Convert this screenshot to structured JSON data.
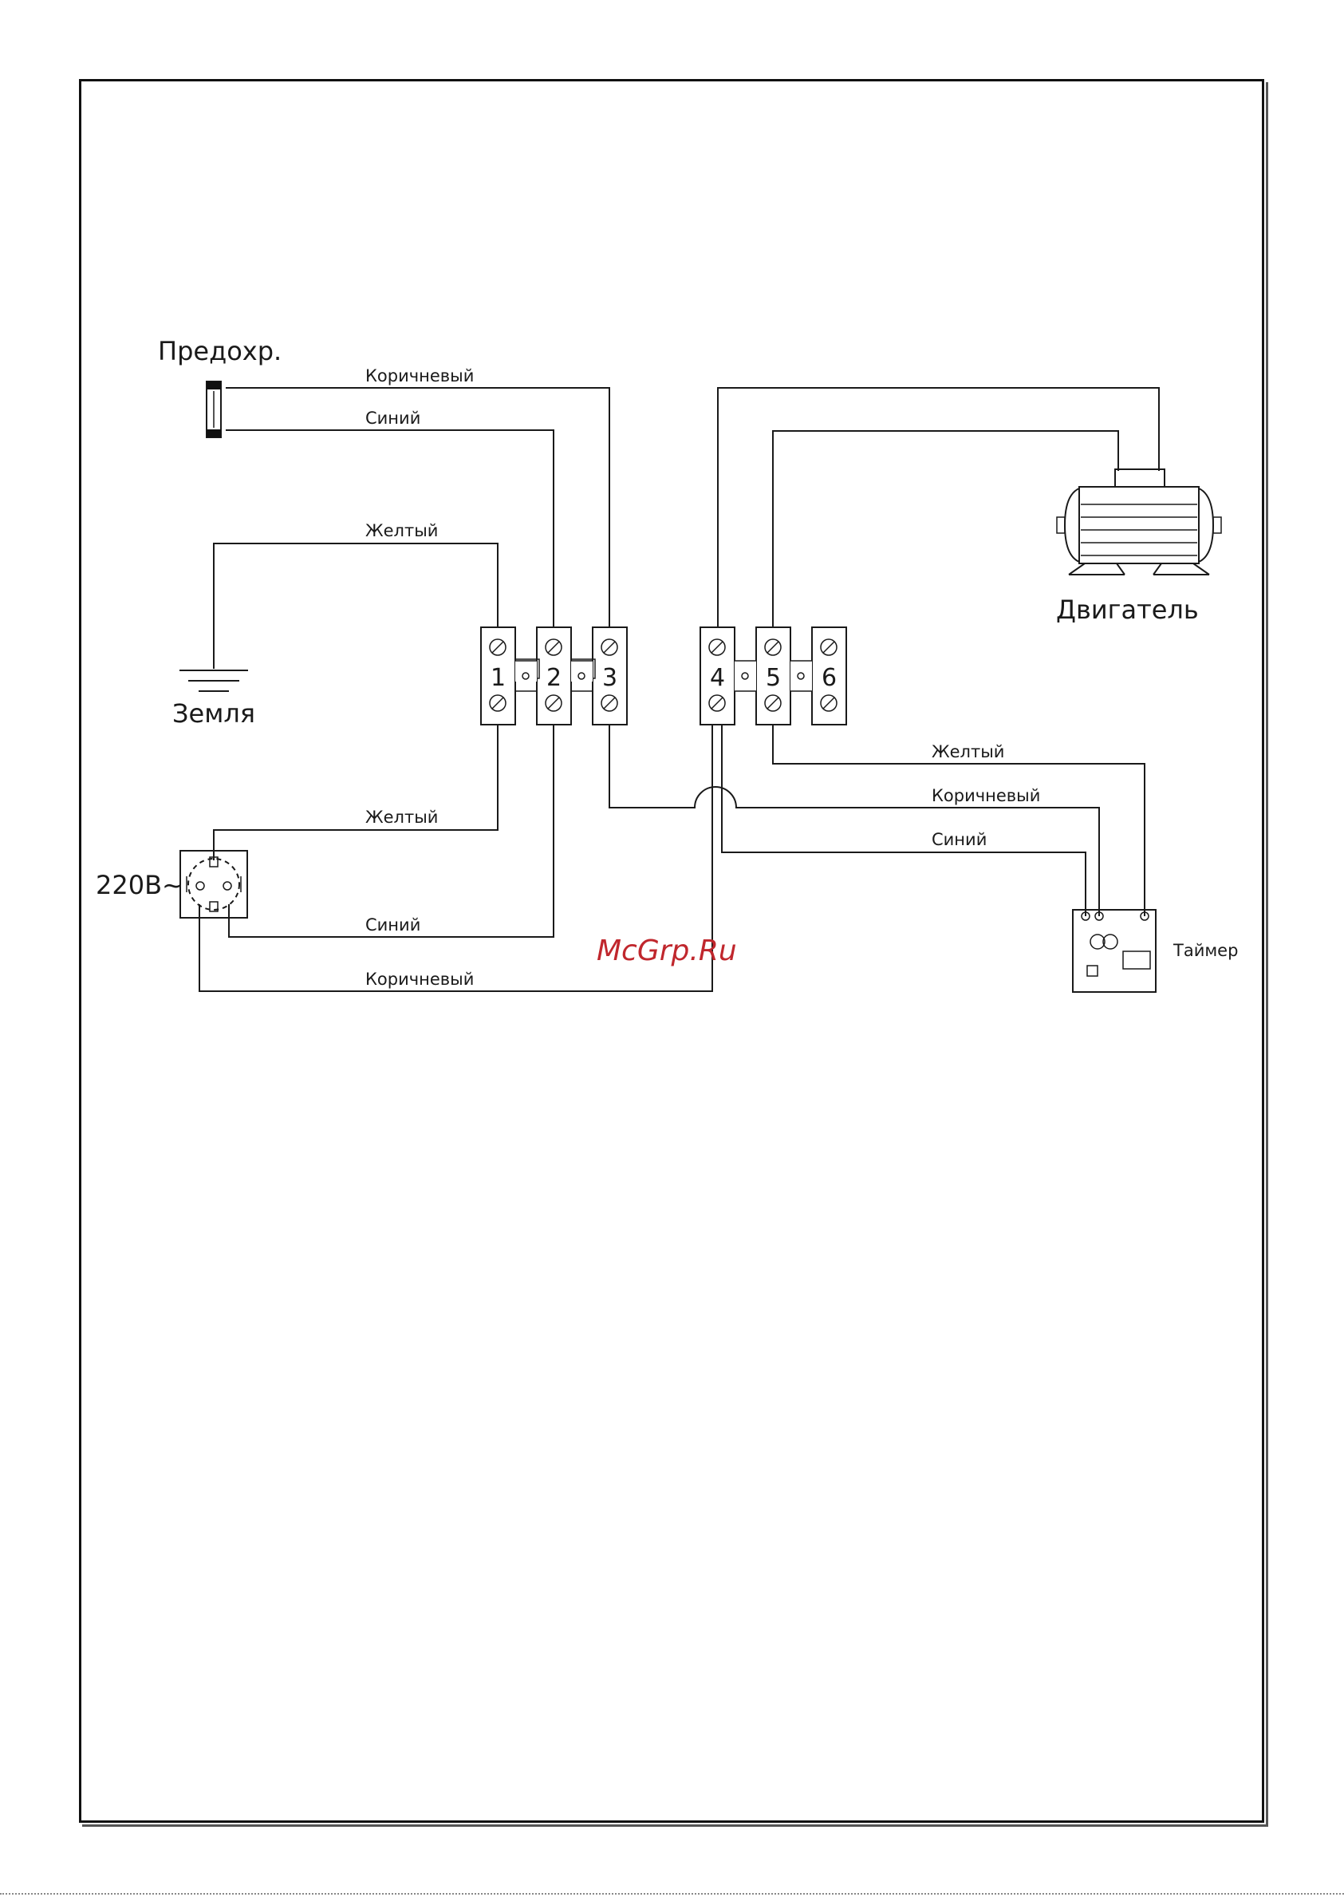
{
  "labels": {
    "fuse": "Предохр.",
    "ground": "Земля",
    "motor": "Двигатель",
    "socket": "220В~",
    "timer": "Таймер",
    "watermark": "McGrp.Ru"
  },
  "wires": {
    "fuse_top": "Коричневый",
    "fuse_bottom": "Синий",
    "ground": "Желтый",
    "socket_yellow": "Желтый",
    "socket_blue": "Синий",
    "socket_brown": "Коричневый",
    "timer_yellow": "Желтый",
    "timer_brown": "Коричневый",
    "timer_blue": "Синий"
  },
  "terminals": [
    "1",
    "2",
    "3",
    "4",
    "5",
    "6"
  ]
}
